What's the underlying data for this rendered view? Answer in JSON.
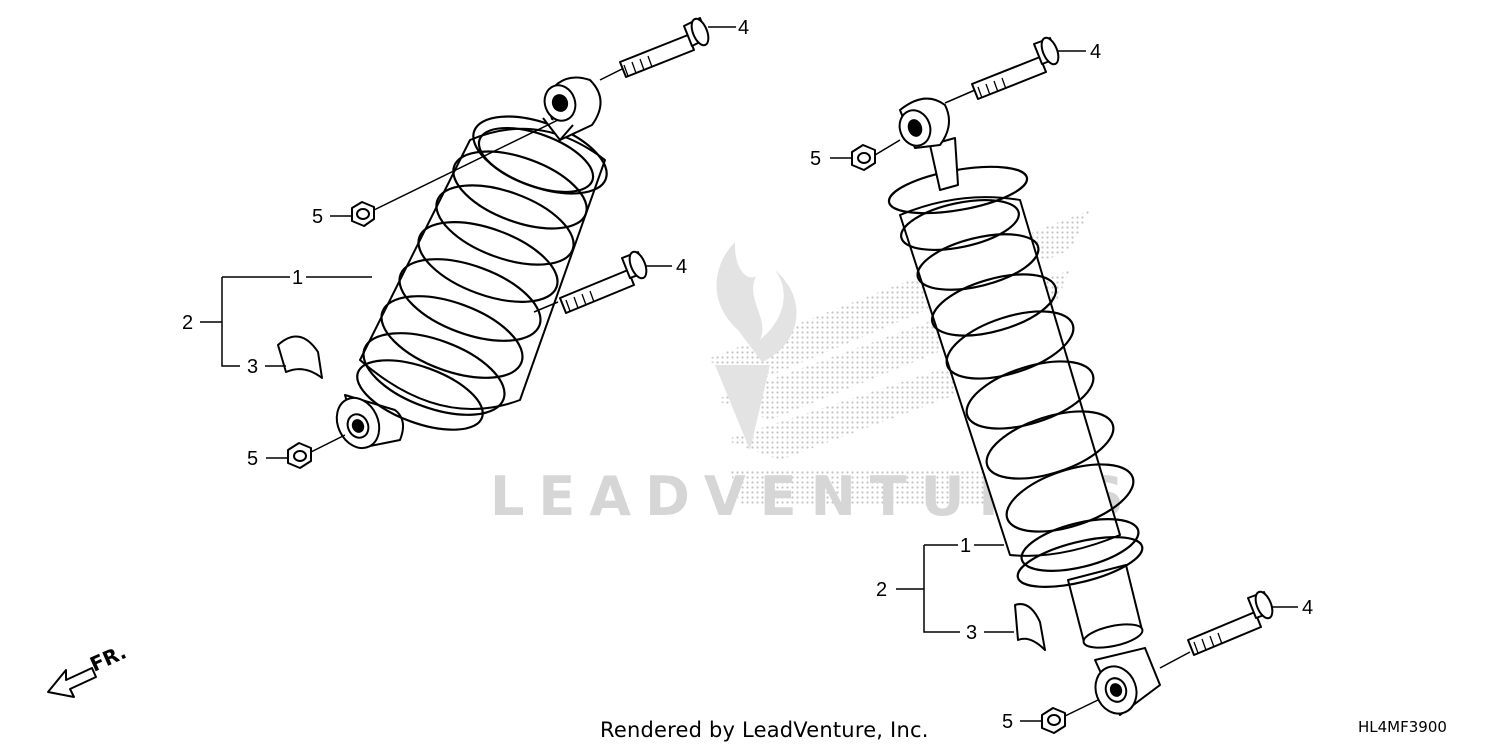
{
  "watermark": {
    "brand": "LEADVENTURES"
  },
  "left_assembly": {
    "callouts": {
      "bolt_top": "4",
      "bolt_mid": "4",
      "nut_top": "5",
      "nut_bottom": "5",
      "shock": "1",
      "set": "2",
      "label": "3"
    }
  },
  "right_assembly": {
    "callouts": {
      "bolt_top": "4",
      "bolt_bottom": "4",
      "nut_top": "5",
      "nut_bottom": "5",
      "shock": "1",
      "set": "2",
      "label": "3"
    }
  },
  "direction_arrow": {
    "label": "FR."
  },
  "footer": {
    "rendered_by": "Rendered by LeadVenture, Inc.",
    "diagram_code": "HL4MF3900"
  }
}
